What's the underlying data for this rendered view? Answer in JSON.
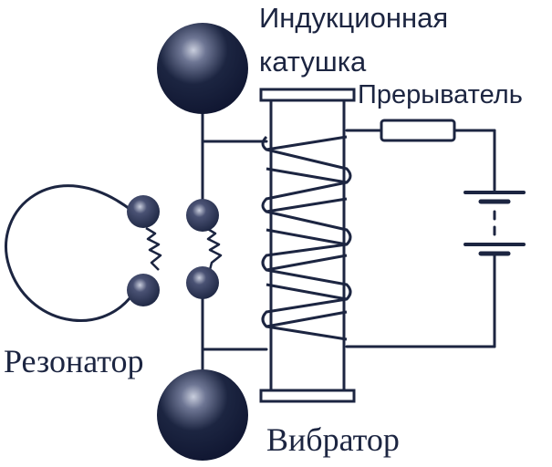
{
  "labels": {
    "induction_coil_line1": "Индукционная",
    "induction_coil_line2": "катушка",
    "interrupter": "Прерыватель",
    "resonator": "Резонатор",
    "vibrator": "Вибратор"
  },
  "colors": {
    "ink": "#1c2541",
    "highlight": "#c9cedd",
    "background": "#ffffff"
  }
}
